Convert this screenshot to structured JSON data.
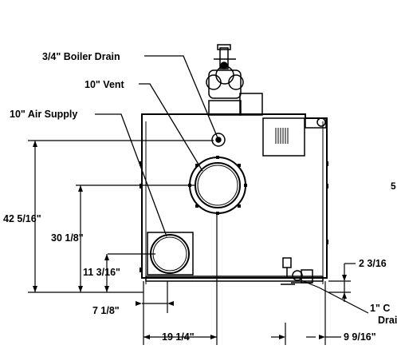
{
  "labels": {
    "boiler_drain": "3/4\" Boiler Drain",
    "vent": "10\" Vent",
    "air_supply": "10\" Air Supply"
  },
  "dimensions": {
    "height_total": "42 5/16\"",
    "height_vent": "30 1/8\"",
    "height_air": "11 3/16\"",
    "width_left": "7 1/8\"",
    "width_vent": "19 1/4\"",
    "right_offset": "9 9/16\"",
    "right_height": "2 3/16",
    "right_conn_line1": "1\" C",
    "right_conn_line2": "Drai",
    "edge_fragment": "5"
  },
  "colors": {
    "line": "#000000",
    "background": "#ffffff"
  }
}
